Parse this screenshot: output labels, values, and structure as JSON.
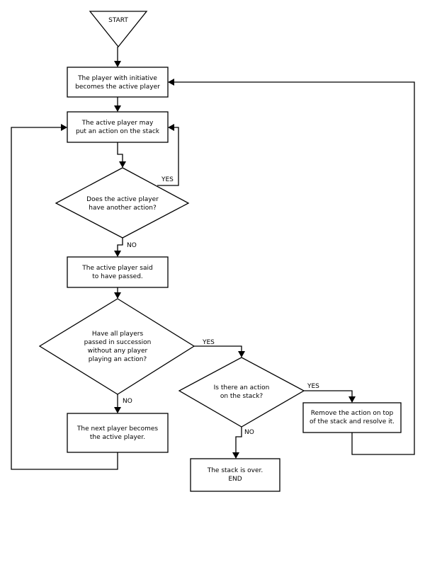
{
  "nodes": {
    "start": [
      "START"
    ],
    "initiative": [
      "The player with initiative",
      "becomes the active player"
    ],
    "put_action": [
      "The active player may",
      "put an action on the stack"
    ],
    "another_action": [
      "Does the active player",
      "have another action?"
    ],
    "passed": [
      "The active player said",
      "to have passed."
    ],
    "all_passed": [
      "Have all players",
      "passed in succession",
      "without any player",
      "playing an action?"
    ],
    "next_player": [
      "The next player becomes",
      "the active player."
    ],
    "is_action": [
      "Is there an action",
      "on the stack?"
    ],
    "resolve": [
      "Remove the action on top",
      "of the stack and resolve it."
    ],
    "end": [
      "The stack is over.",
      "END"
    ]
  },
  "edge_labels": {
    "another_yes": "YES",
    "another_no": "NO",
    "all_yes": "YES",
    "all_no": "NO",
    "stack_yes": "YES",
    "stack_no": "NO"
  },
  "colors": {
    "stroke": "#000000",
    "fill": "#ffffff",
    "text": "#000000"
  }
}
